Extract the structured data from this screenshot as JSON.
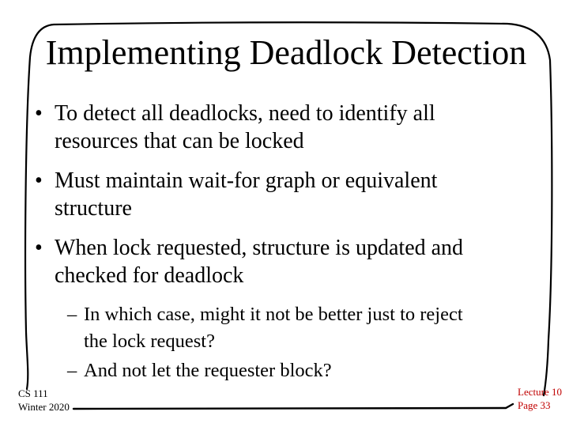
{
  "slide": {
    "title": "Implementing Deadlock Detection",
    "bullets": [
      {
        "marker": "•",
        "text": "To detect all deadlocks, need to identify all\nresources that can be locked"
      },
      {
        "marker": "•",
        "text": "Must maintain wait-for graph or equivalent\nstructure"
      },
      {
        "marker": "•",
        "text": "When lock requested, structure is updated and\nchecked for deadlock"
      },
      {
        "marker": "–",
        "text": "In which case, might it not be better just to reject\nthe lock request?"
      },
      {
        "marker": "–",
        "text": "And not let the requester block?"
      }
    ],
    "footer_left": {
      "line1": "CS 111",
      "line2": "Winter 2020"
    },
    "footer_right": {
      "line1": "Lecture 10",
      "line2": "Page 33",
      "color": "#c00000"
    },
    "colors": {
      "background": "#ffffff",
      "text": "#000000",
      "border": "#000000"
    }
  }
}
